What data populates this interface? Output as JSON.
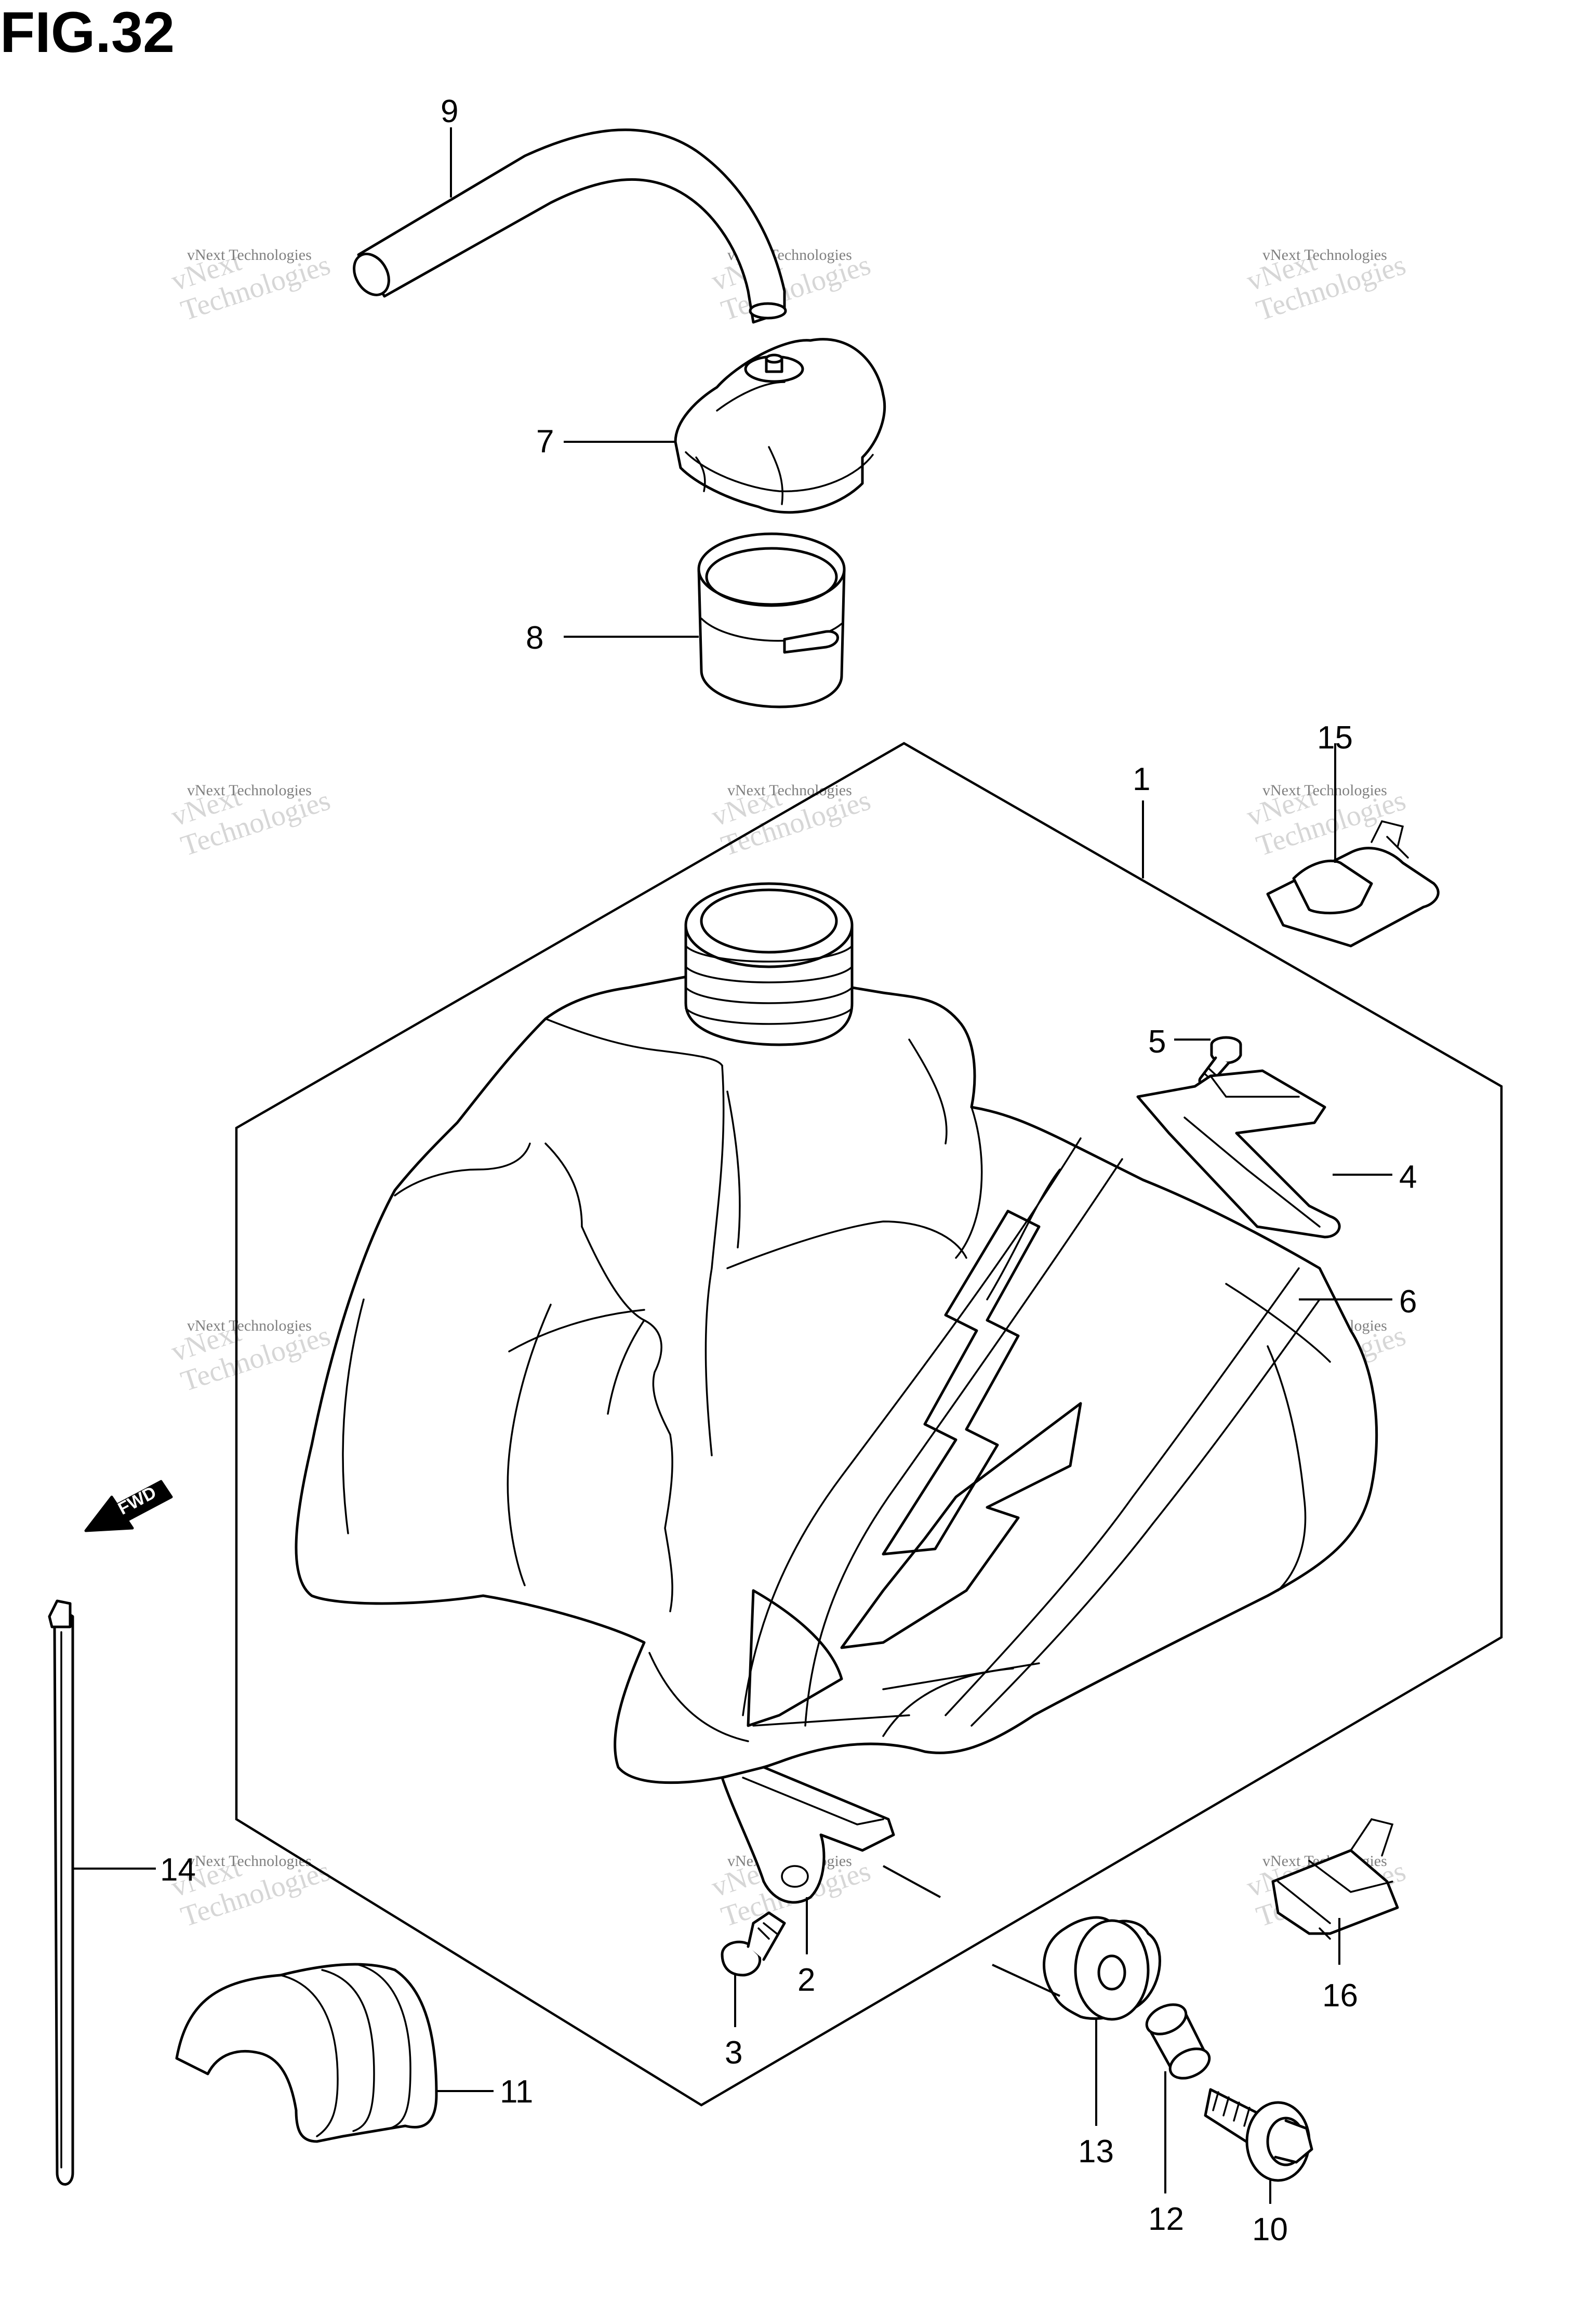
{
  "figure": {
    "title": "FIG.32"
  },
  "watermark": {
    "line1": "vNext Technologies",
    "line2": "vNext",
    "line3": "Technologies"
  },
  "direction_marker": {
    "label": "FWD"
  },
  "callouts": {
    "c1": "1",
    "c2": "2",
    "c3": "3",
    "c4": "4",
    "c5": "5",
    "c6": "6",
    "c7": "7",
    "c8": "8",
    "c9": "9",
    "c10": "10",
    "c11": "11",
    "c12": "12",
    "c13": "13",
    "c14": "14",
    "c15": "15",
    "c16": "16"
  },
  "icons": {
    "tank": "fuel-tank-icon",
    "cap": "fuel-cap-icon",
    "breather": "breather-hose-icon"
  }
}
